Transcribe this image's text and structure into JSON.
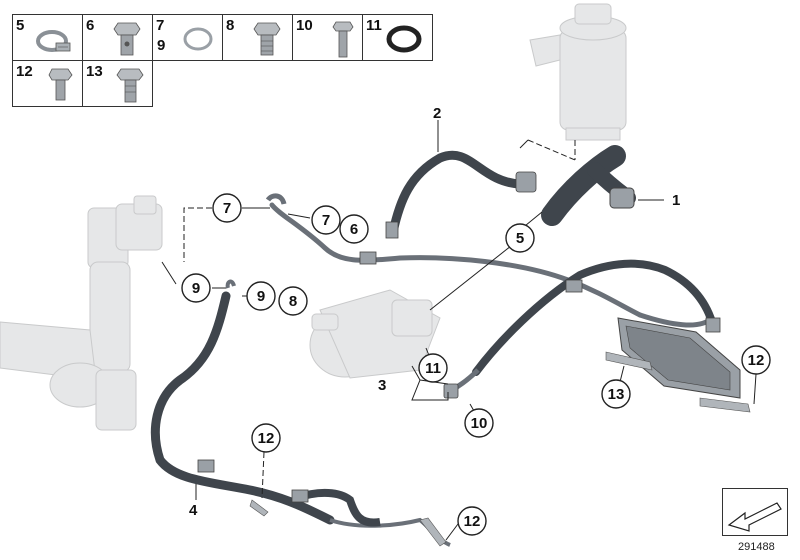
{
  "table": {
    "row1": [
      "5",
      "6",
      "7",
      "8",
      "10",
      "11"
    ],
    "row1_second": {
      "7": "9"
    },
    "row2": [
      "12",
      "13"
    ]
  },
  "callouts": {
    "c1": "1",
    "c2": "2",
    "c3": "3",
    "c4": "4",
    "c5": "5",
    "c6": "6",
    "c7a": "7",
    "c7b": "7",
    "c8": "8",
    "c9a": "9",
    "c9b": "9",
    "c10": "10",
    "c11": "11",
    "c12a": "12",
    "c12b": "12",
    "c12c": "12",
    "c13": "13"
  },
  "diagram_id": "291488",
  "colors": {
    "hose": "#3f454c",
    "hose_highlight": "#6a7078",
    "ghost_part": "#e6e7e8",
    "ghost_stroke": "#c9cacb",
    "line": "#222222"
  }
}
